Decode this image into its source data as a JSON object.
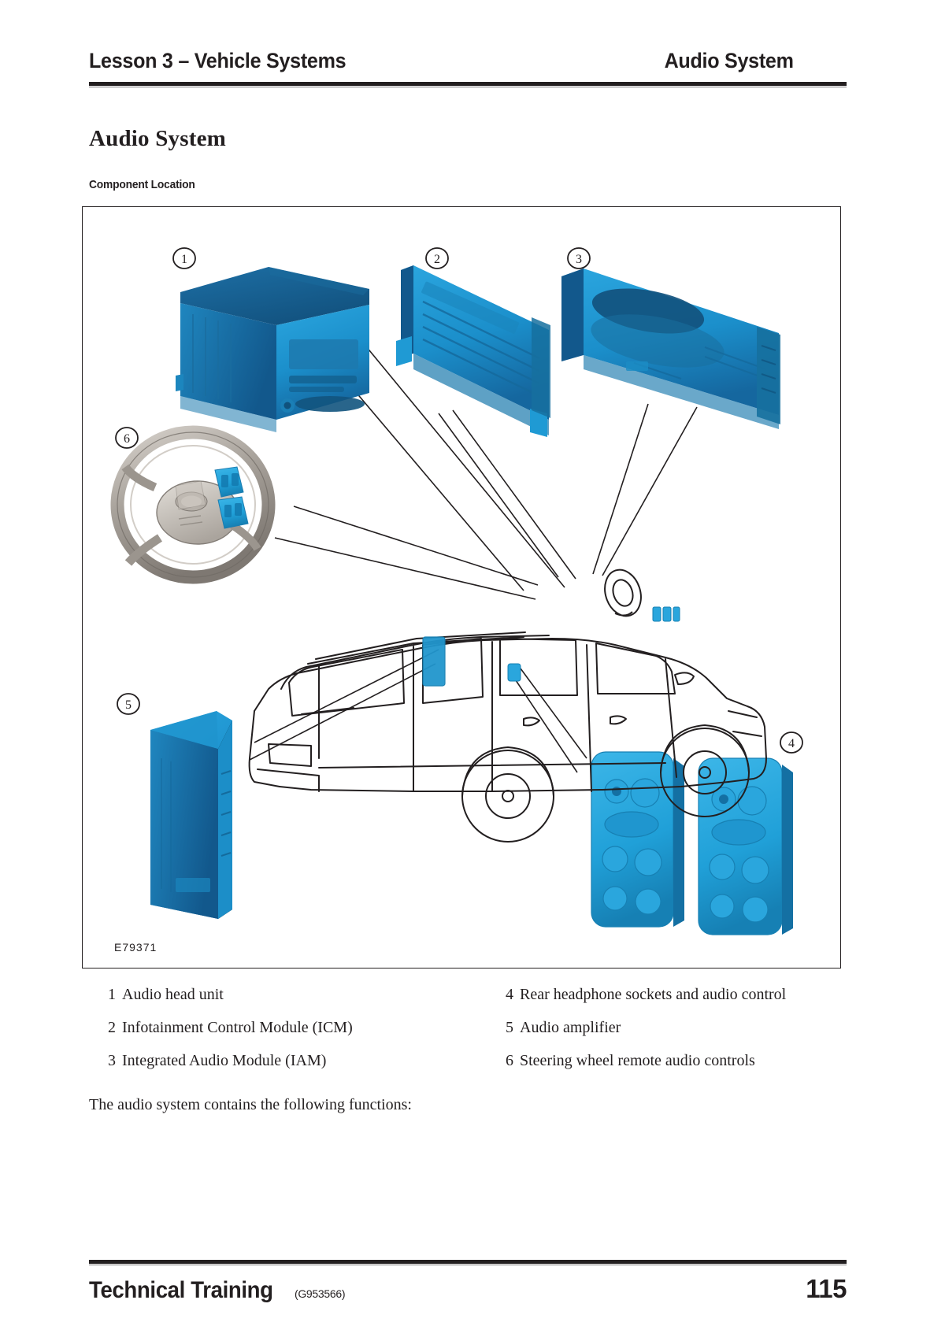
{
  "header": {
    "left": "Lesson 3 – Vehicle Systems",
    "right": "Audio System"
  },
  "section": {
    "title": "Audio System",
    "subtitle": "Component Location"
  },
  "figure": {
    "code": "E79371",
    "callouts": [
      "1",
      "2",
      "3",
      "4",
      "5",
      "6"
    ],
    "colors": {
      "component_blue": "#1b9ad6",
      "component_blue_dark": "#1466a0",
      "component_blue_mid": "#1a81bd",
      "outline": "#231f20",
      "vehicle_line": "#231f20",
      "steering_grey": "#b9b3ad",
      "steering_grey_dark": "#8d8780"
    }
  },
  "legend": {
    "items": [
      {
        "num": "1",
        "label": "Audio head unit"
      },
      {
        "num": "4",
        "label": "Rear headphone sockets and audio control"
      },
      {
        "num": "2",
        "label": "Infotainment Control Module (ICM)"
      },
      {
        "num": "5",
        "label": "Audio amplifier"
      },
      {
        "num": "3",
        "label": "Integrated Audio Module (IAM)"
      },
      {
        "num": "6",
        "label": "Steering wheel remote audio controls"
      }
    ]
  },
  "body": {
    "paragraph": "The audio system contains the following functions:"
  },
  "footer": {
    "brand": "Technical Training",
    "code": "(G953566)",
    "page": "115"
  }
}
